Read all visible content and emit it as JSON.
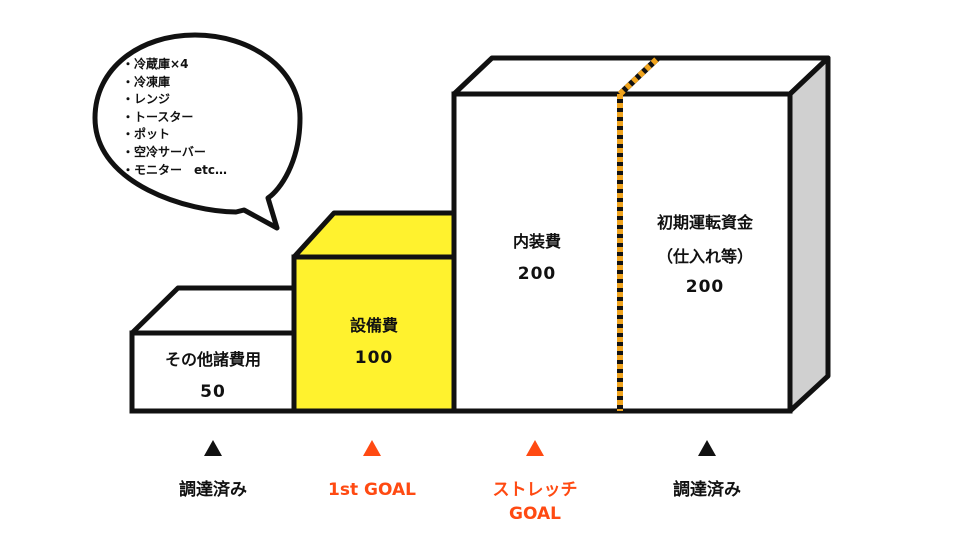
{
  "bubble": {
    "items": [
      "冷蔵庫×4",
      "冷凍庫",
      "レンジ",
      "トースター",
      "ポット",
      "空冷サーバー",
      "モニター　etc…"
    ]
  },
  "blocks": [
    {
      "id": "other",
      "name": "その他諸費用",
      "value": "50",
      "fill": "#ffffff"
    },
    {
      "id": "equipment",
      "name": "設備費",
      "value": "100",
      "fill": "#fff22e"
    },
    {
      "id": "interior",
      "name": "内装費",
      "value": "200",
      "fill": "#ffffff"
    },
    {
      "id": "operating",
      "name_line1": "初期運転資金",
      "name_line2": "（仕入れ等）",
      "value": "200",
      "fill": "#ffffff"
    }
  ],
  "markers": [
    {
      "label": "調達済み",
      "color": "#111111"
    },
    {
      "label": "1st GOAL",
      "color": "#ff4a12"
    },
    {
      "label_line1": "ストレッチ",
      "label_line2": "GOAL",
      "color": "#ff4a12"
    },
    {
      "label": "調達済み",
      "color": "#111111"
    }
  ],
  "colors": {
    "accent": "#ff4a12",
    "highlight": "#fff22e",
    "divider": "#f0a41e",
    "side": "#d0d0d0"
  }
}
